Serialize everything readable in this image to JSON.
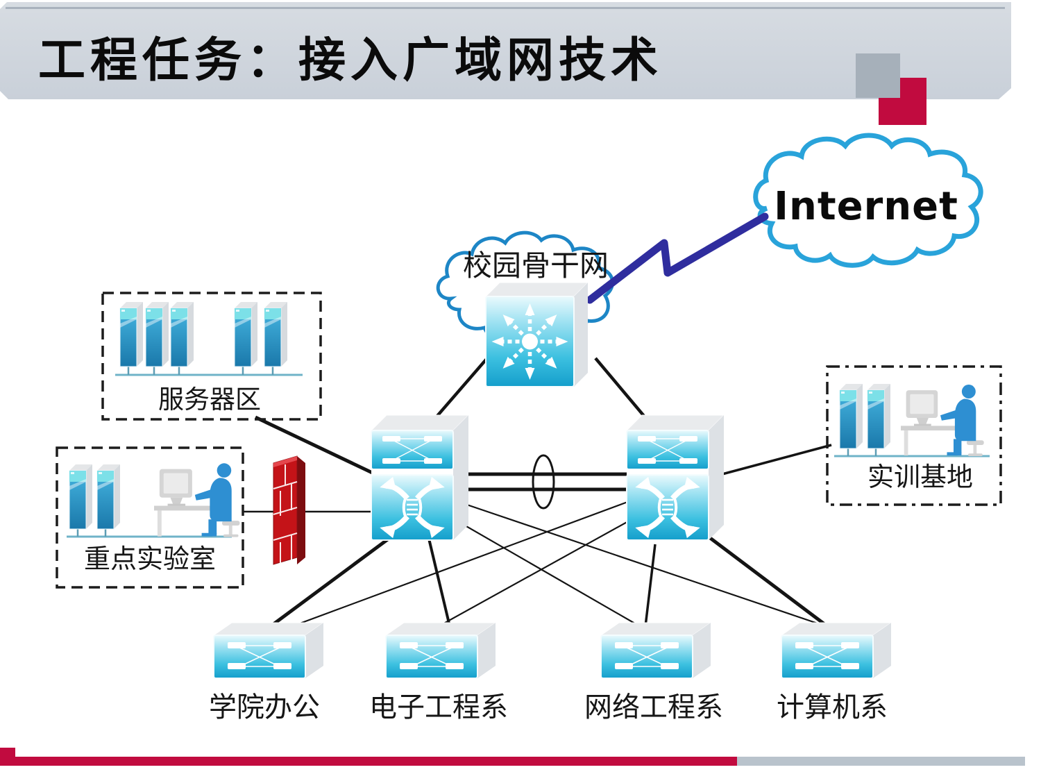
{
  "slide": {
    "title": "工程任务：接入广域网技术",
    "colors": {
      "accent_red": "#c10b3f",
      "header_gray": "#ccd3db",
      "footer_gray": "#b9c3cc"
    }
  },
  "diagram": {
    "internet_label": "Internet",
    "campus_label": "校园骨干网",
    "zones": {
      "server_area": "服务器区",
      "key_lab": "重点实验室",
      "training_base": "实训基地"
    },
    "departments": [
      "学院办公",
      "电子工程系",
      "网络工程系",
      "计算机系"
    ]
  }
}
